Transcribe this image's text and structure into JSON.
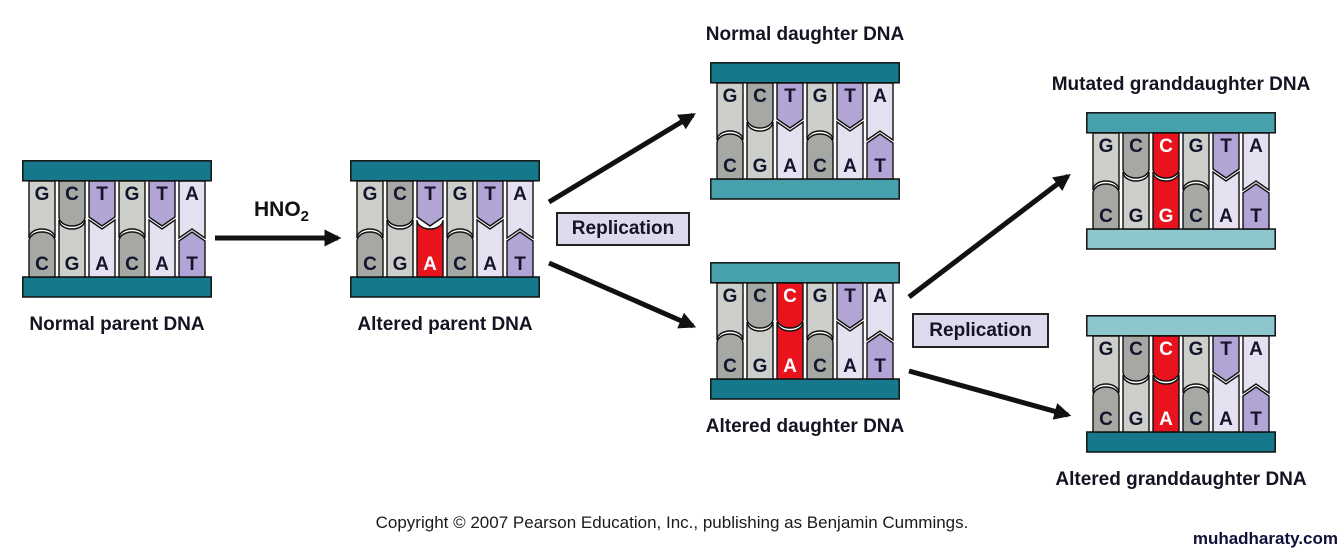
{
  "labels": {
    "hno2_main": "HNO",
    "hno2_sub": "2",
    "replication_1": "Replication",
    "replication_2": "Replication",
    "copyright": "Copyright © 2007 Pearson Education, Inc., publishing as Benjamin Cummings.",
    "watermark": "muhadharaty.com"
  },
  "colors": {
    "backbone_dark": "#16798b",
    "backbone_medium": "#47a1ac",
    "backbone_light": "#8bc7cc",
    "base_G": "#cdd0ca",
    "base_C": "#a5a8a3",
    "base_T": "#b2a5d5",
    "base_A": "#e5e1f1",
    "base_altered": "#e8131d",
    "base_letter": "#14142c",
    "base_letter_altered": "#ffffff",
    "outline": "#111111",
    "arrow": "#111111"
  },
  "base_shapes": {
    "G": "cup",
    "C": "round",
    "T": "point",
    "A": "vnotch",
    "altered_A": "cup"
  },
  "altered_marker": "*",
  "molecules": [
    {
      "id": "normal-parent",
      "label": "Normal parent DNA",
      "label_side": "below",
      "top_backbone": "dark",
      "bottom_backbone": "dark",
      "top_strand": [
        "G",
        "C",
        "T",
        "G",
        "T",
        "A"
      ],
      "bottom_strand": [
        "C",
        "G",
        "A",
        "C",
        "A",
        "T"
      ]
    },
    {
      "id": "altered-parent",
      "label": "Altered parent DNA",
      "label_side": "below",
      "top_backbone": "dark",
      "bottom_backbone": "dark",
      "top_strand": [
        "G",
        "C",
        "T",
        "G",
        "T",
        "A"
      ],
      "bottom_strand": [
        "C",
        "G",
        "A*",
        "C",
        "A",
        "T"
      ]
    },
    {
      "id": "normal-daughter",
      "label": "Normal daughter DNA",
      "label_side": "above",
      "top_backbone": "dark",
      "bottom_backbone": "medium",
      "top_strand": [
        "G",
        "C",
        "T",
        "G",
        "T",
        "A"
      ],
      "bottom_strand": [
        "C",
        "G",
        "A",
        "C",
        "A",
        "T"
      ]
    },
    {
      "id": "altered-daughter",
      "label": "Altered daughter DNA",
      "label_side": "below",
      "top_backbone": "medium",
      "bottom_backbone": "dark",
      "top_strand": [
        "G",
        "C",
        "C*",
        "G",
        "T",
        "A"
      ],
      "bottom_strand": [
        "C",
        "G",
        "A*",
        "C",
        "A",
        "T"
      ]
    },
    {
      "id": "mutated-granddaughter",
      "label": "Mutated granddaughter DNA",
      "label_side": "above",
      "top_backbone": "medium",
      "bottom_backbone": "light",
      "top_strand": [
        "G",
        "C",
        "C*",
        "G",
        "T",
        "A"
      ],
      "bottom_strand": [
        "C",
        "G",
        "G*",
        "C",
        "A",
        "T"
      ]
    },
    {
      "id": "altered-granddaughter",
      "label": "Altered granddaughter DNA",
      "label_side": "below",
      "top_backbone": "light",
      "bottom_backbone": "dark",
      "top_strand": [
        "G",
        "C",
        "C*",
        "G",
        "T",
        "A"
      ],
      "bottom_strand": [
        "C",
        "G",
        "A*",
        "C",
        "A",
        "T"
      ]
    }
  ]
}
